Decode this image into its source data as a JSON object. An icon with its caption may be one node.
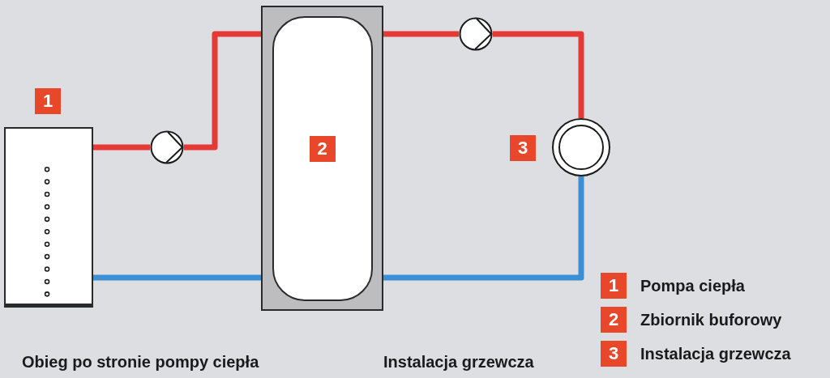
{
  "diagram": {
    "nodes": [
      {
        "text": [],
        "shape": "box",
        "beside": [
          "1"
        ]
      },
      {
        "text": [],
        "shape": "circle"
      },
      {
        "text": [
          "2"
        ]
      },
      {
        "text": [],
        "shape": "circle"
      },
      {
        "text": [],
        "shape": "circle",
        "beside": [
          "3"
        ]
      }
    ],
    "edges": [
      {
        "from": 0,
        "to": 1,
        "arrow": "none",
        "color": "#e53935"
      },
      {
        "from": 1,
        "to": 2,
        "arrow": "none",
        "color": "#e53935"
      },
      {
        "from": 2,
        "to": 3,
        "arrow": "none",
        "color": "#e53935"
      },
      {
        "from": 3,
        "to": 4,
        "arrow": "none",
        "color": "#e53935"
      },
      {
        "from": 4,
        "to": 2,
        "arrow": "none",
        "color": "#3b8fd6"
      },
      {
        "from": 2,
        "to": 0,
        "arrow": "none",
        "color": "#3b8fd6"
      }
    ],
    "labels": [
      "1",
      "Pompa ciepła",
      "2",
      "Zbiornik buforowy",
      "3",
      "Instalacja grzewcza",
      "Obieg po stronie pompy ciepła",
      "Instalacja grzewcza"
    ]
  }
}
